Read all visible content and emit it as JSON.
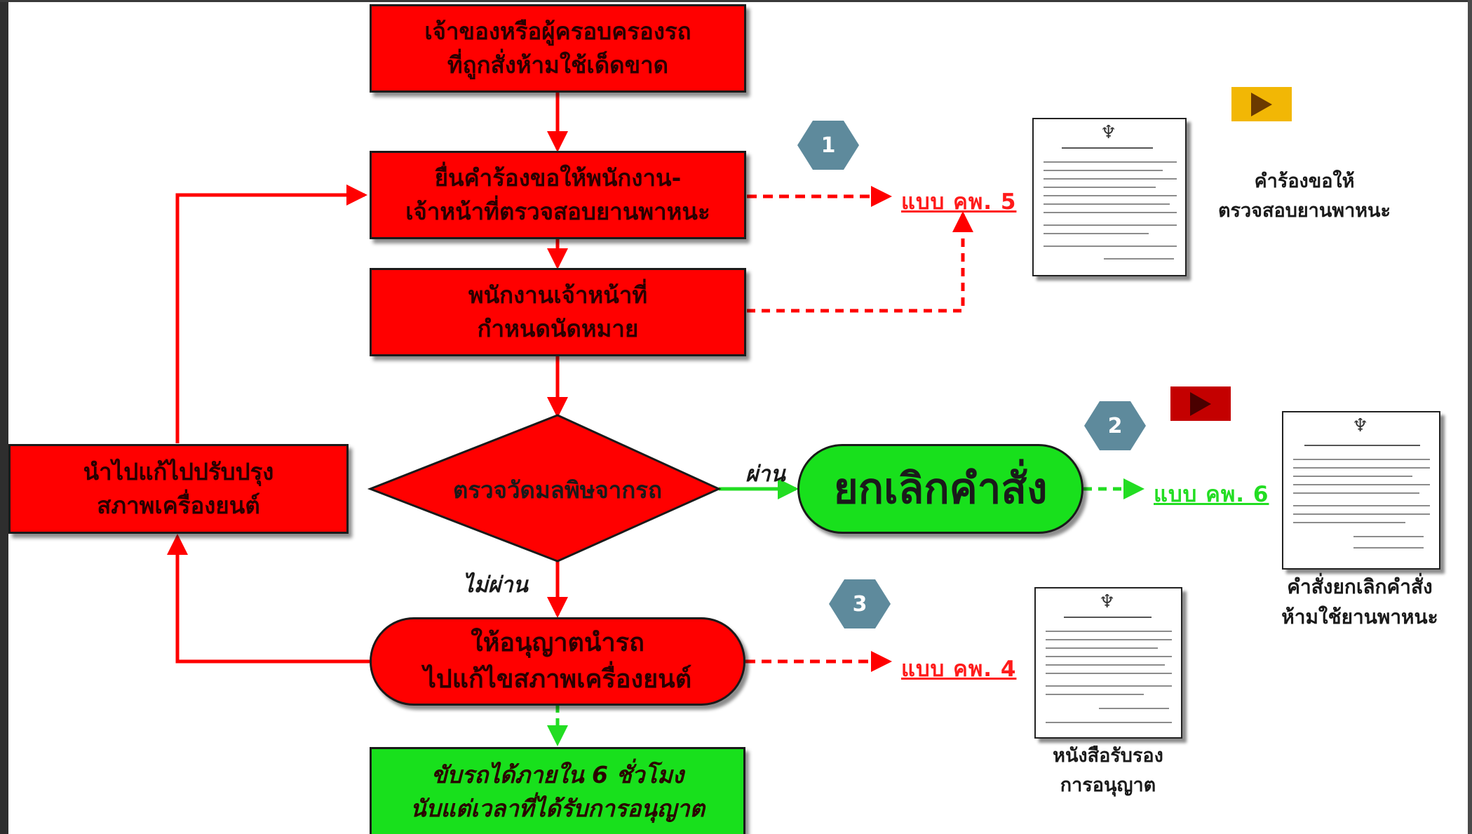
{
  "boxes": {
    "owner": {
      "line1": "เจ้าของหรือผู้ครอบครองรถ",
      "line2": "ที่ถูกสั่งห้ามใช้เด็ดขาด"
    },
    "request": {
      "line1": "ยื่นคำร้องขอให้พนักงาน-",
      "line2": "เจ้าหน้าที่ตรวจสอบยานพาหนะ"
    },
    "appointment": {
      "line1": "พนักงานเจ้าหน้าที่",
      "line2": "กำหนดนัดหมาย"
    },
    "inspect": {
      "text": "ตรวจวัดมลพิษจากรถ"
    },
    "fix": {
      "line1": "นำไปแก้ไปปรับปรุง",
      "line2": "สภาพเครื่องยนต์"
    },
    "cancel": {
      "text": "ยกเลิกคำสั่ง"
    },
    "permit": {
      "line1": "ให้อนุญาตนำรถ",
      "line2": "ไปแก้ไขสภาพเครื่องยนต์"
    },
    "drive": {
      "line1": "ขับรถได้ภายใน 6 ชั่วโมง",
      "line2": "นับแต่เวลาที่ได้รับการอนุญาต"
    }
  },
  "labels": {
    "pass": "ผ่าน",
    "fail": "ไม่ผ่าน"
  },
  "forms": {
    "kp5": "แบบ คพ. 5",
    "kp6": "แบบ คพ. 6",
    "kp4": "แบบ คพ. 4"
  },
  "badges": [
    "1",
    "2",
    "3"
  ],
  "captions": {
    "doc1": {
      "line1": "คำร้องขอให้",
      "line2": "ตรวจสอบยานพาหนะ"
    },
    "doc2": {
      "line1": "คำสั่งยกเลิกคำสั่ง",
      "line2": "ห้ามใช้ยานพาหนะ"
    },
    "doc3": {
      "line1": "หนังสือรับรอง",
      "line2": "การอนุญาต"
    }
  },
  "icons": {
    "play_buttons": [
      "play-icon",
      "play-icon"
    ],
    "document_thumbnails": [
      "document-icon",
      "document-icon",
      "document-icon"
    ],
    "crest": "garuda-emblem-icon"
  },
  "colors": {
    "red": "#ff0000",
    "green": "#18e01c",
    "badge": "#5e8a9c",
    "play1_bg": "#f2b705",
    "play2_bg": "#c40000",
    "red_link": "#ff1a1a",
    "green_link": "#22dd22"
  }
}
